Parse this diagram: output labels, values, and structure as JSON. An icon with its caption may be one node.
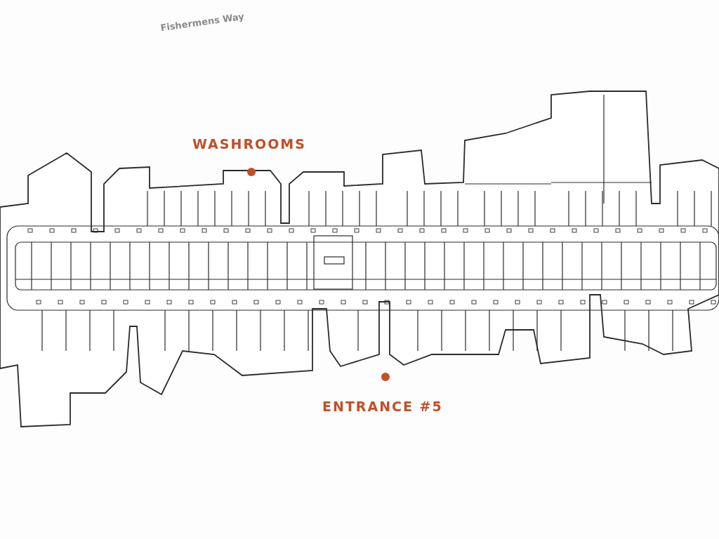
{
  "diagram": {
    "labels": [
      "Fishermens Way",
      "WASHROOMS",
      "ENTRANCE #5"
    ]
  }
}
